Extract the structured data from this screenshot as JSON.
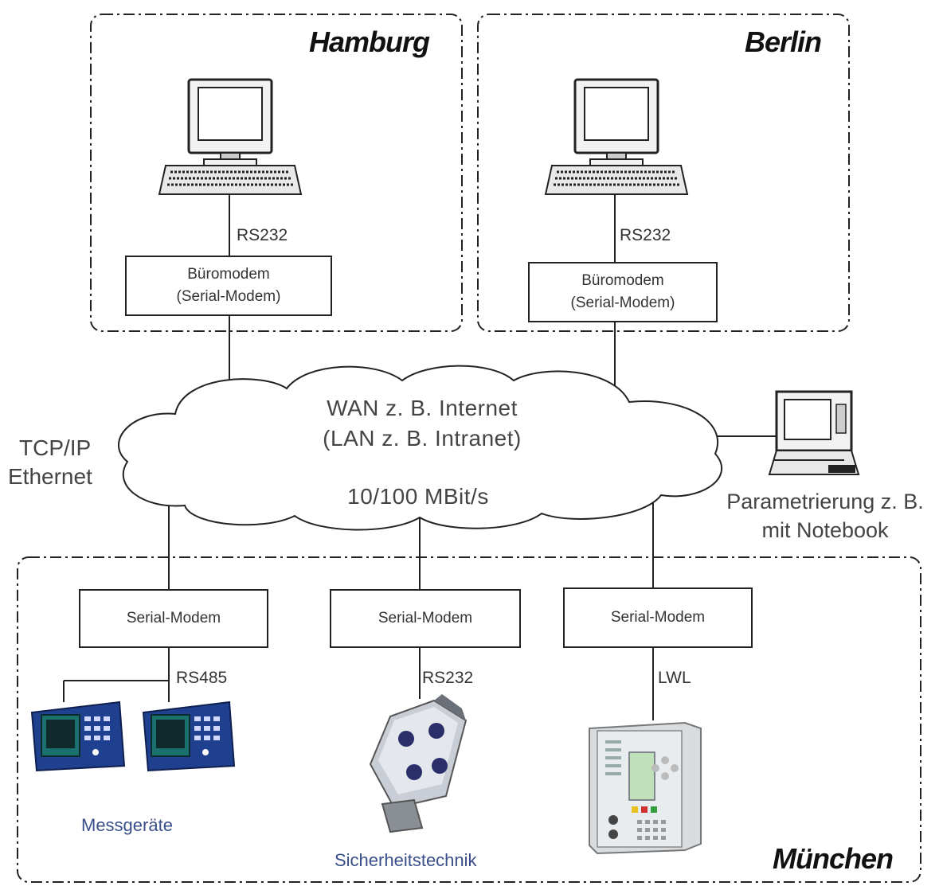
{
  "regions": {
    "hamburg": "Hamburg",
    "berlin": "Berlin",
    "muenchen": "München"
  },
  "hamburg_site": {
    "link_label": "RS232",
    "modem_line1": "Büromodem",
    "modem_line2": "(Serial-Modem)"
  },
  "berlin_site": {
    "link_label": "RS232",
    "modem_line1": "Büromodem",
    "modem_line2": "(Serial-Modem)"
  },
  "network": {
    "line1": "WAN z. B. Internet",
    "line2": "(LAN z. B. Intranet)",
    "speed": "10/100 MBit/s",
    "protocol_line1": "TCP/IP",
    "protocol_line2": "Ethernet"
  },
  "notebook": {
    "caption_line1": "Parametrierung z. B.",
    "caption_line2": "mit Notebook"
  },
  "muenchen_site": {
    "modems": [
      {
        "label": "Serial-Modem",
        "link": "RS485",
        "device_caption": "Messgeräte"
      },
      {
        "label": "Serial-Modem",
        "link": "RS232",
        "device_caption": "Sicherheitstechnik"
      },
      {
        "label": "Serial-Modem",
        "link": "LWL",
        "device_caption": ""
      }
    ]
  },
  "colors": {
    "caption_blue": "#3a4f8a",
    "device_blue": "#1f3f8f",
    "screen_teal": "#1a6f6f"
  }
}
